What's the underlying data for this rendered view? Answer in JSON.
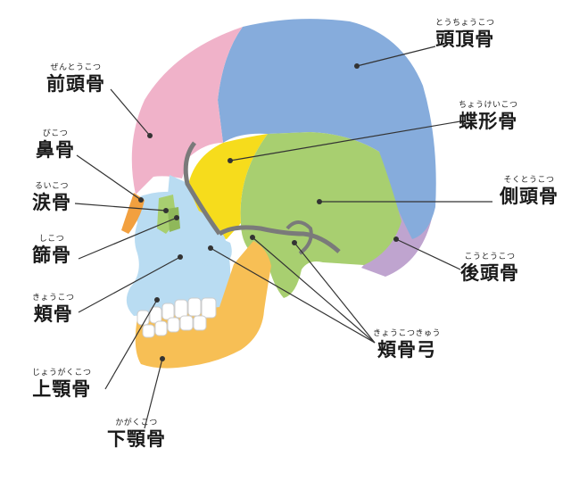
{
  "labels": {
    "parietal": {
      "ruby": "とうちょうこつ",
      "text": "頭頂骨"
    },
    "frontal": {
      "ruby": "ぜんとうこつ",
      "text": "前頭骨"
    },
    "sphenoid": {
      "ruby": "ちょうけいこつ",
      "text": "蝶形骨"
    },
    "nasal": {
      "ruby": "びこつ",
      "text": "鼻骨"
    },
    "temporal": {
      "ruby": "そくとうこつ",
      "text": "側頭骨"
    },
    "lacrimal": {
      "ruby": "るいこつ",
      "text": "涙骨"
    },
    "ethmoid": {
      "ruby": "しこつ",
      "text": "篩骨"
    },
    "occipital": {
      "ruby": "こうとうこつ",
      "text": "後頭骨"
    },
    "zygomatic": {
      "ruby": "きょうこつ",
      "text": "頬骨"
    },
    "zygomatic_arch": {
      "ruby": "きょうこつきゅう",
      "text": "頬骨弓"
    },
    "maxilla": {
      "ruby": "じょうがくこつ",
      "text": "上顎骨"
    },
    "mandible": {
      "ruby": "かがくこつ",
      "text": "下顎骨"
    }
  },
  "colors": {
    "parietal": "#86acdc",
    "frontal": "#f0b2c9",
    "occipital": "#bfa4cf",
    "temporal": "#a8cf70",
    "sphenoid": "#f6dc1c",
    "zygomatic": "#b9dcf2",
    "maxilla": "#b9dcf2",
    "mandible": "#f7bf55",
    "nasal": "#f2a03f",
    "lacrimal": "#a8cf70",
    "ethmoid": "#8fb85a",
    "outline": "#7a7a7a",
    "leader": "#333333",
    "teeth": "#ffffff"
  }
}
